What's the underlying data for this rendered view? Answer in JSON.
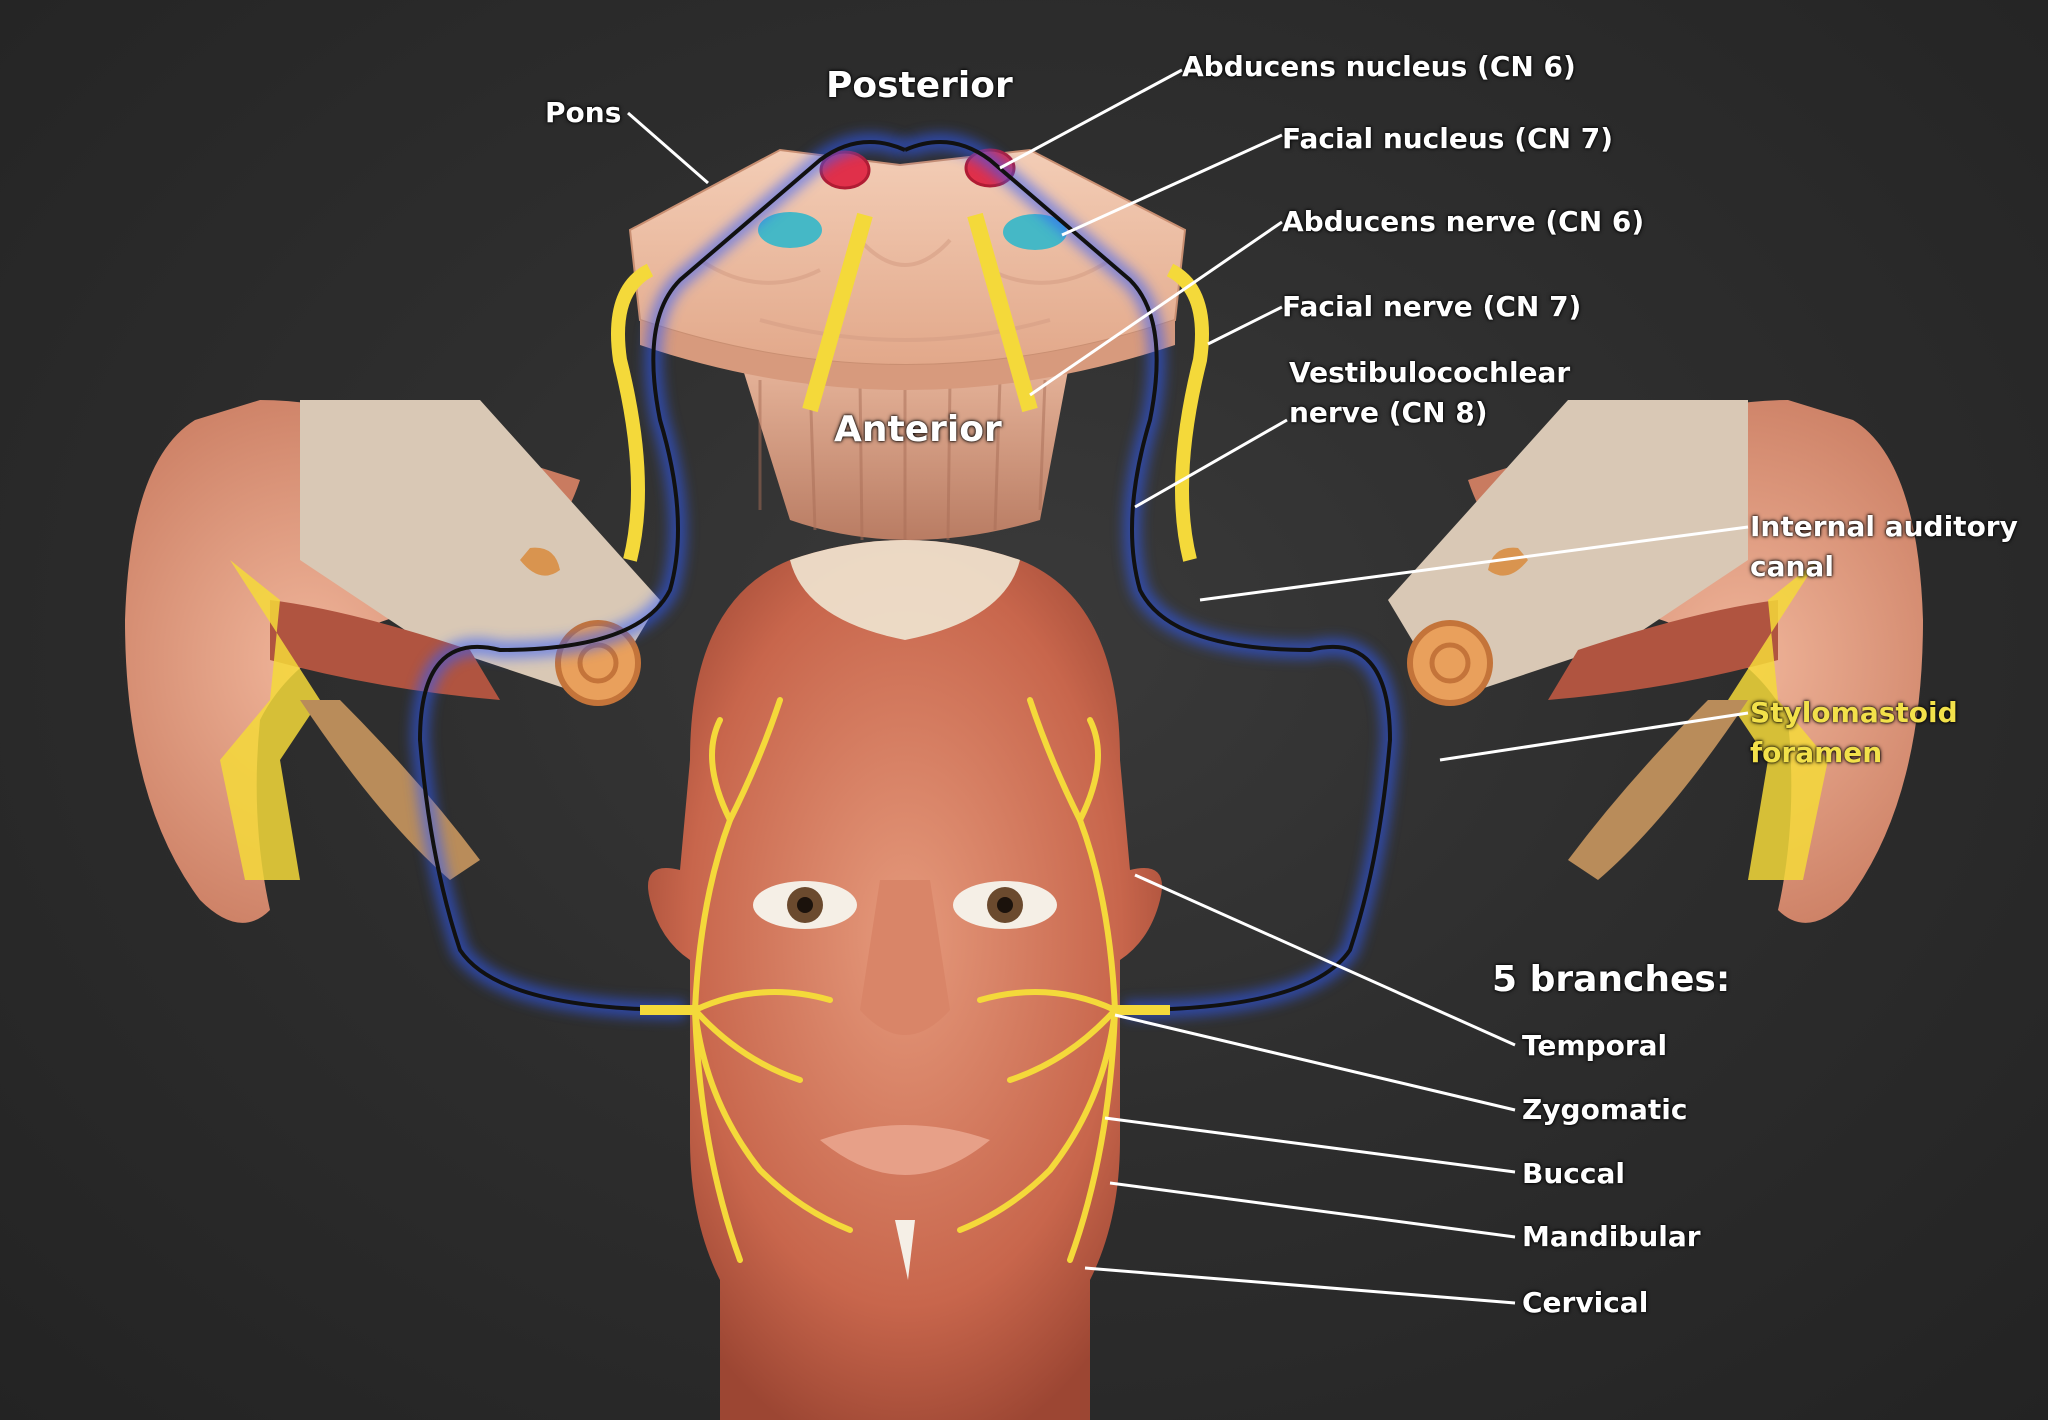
{
  "labels": {
    "pons": "Pons",
    "posterior": "Posterior",
    "anterior": "Anterior",
    "abducens_nucleus": "Abducens nucleus (CN 6)",
    "facial_nucleus": "Facial nucleus (CN 7)",
    "abducens_nerve": "Abducens nerve (CN 6)",
    "facial_nerve": "Facial nerve (CN 7)",
    "vestibulocochlear_line1": "Vestibulocochlear",
    "vestibulocochlear_line2": "nerve (CN 8)",
    "internal_auditory_line1": "Internal auditory",
    "internal_auditory_line2": "canal",
    "stylomastoid_line1": "Stylomastoid",
    "stylomastoid_line2": "foramen",
    "branches_heading": "5 branches:",
    "temporal": "Temporal",
    "zygomatic": "Zygomatic",
    "buccal": "Buccal",
    "mandibular": "Mandibular",
    "cervical": "Cervical"
  },
  "colors": {
    "nerve_yellow": "#f4d93a",
    "pathway_blue": "#2f5bff",
    "label_white": "#ffffff",
    "label_yellow": "#f2e14a",
    "nucleus_red": "#e0304a",
    "nucleus_cyan": "#45b8c6",
    "muscle": "#d9775a"
  }
}
